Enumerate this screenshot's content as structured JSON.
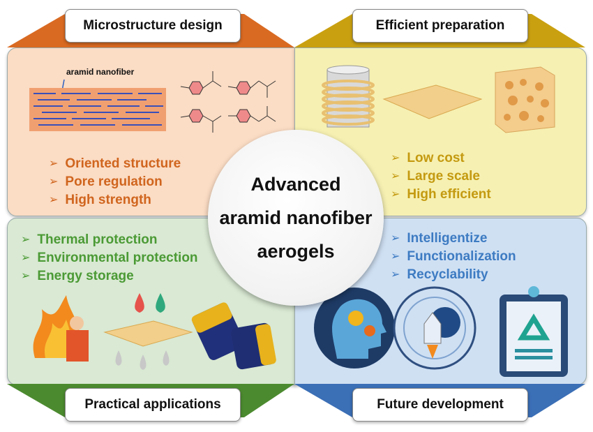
{
  "center": {
    "line1": "Advanced",
    "line2": "aramid nanofiber",
    "line3": "aerogels"
  },
  "sections": {
    "microstructure": {
      "title": "Microstructure design",
      "fiber_label": "aramid nanofiber",
      "items": [
        "Oriented structure",
        "Pore regulation",
        "High strength"
      ]
    },
    "preparation": {
      "title": "Efficient preparation",
      "items": [
        "Low cost",
        "Large scale",
        "High efficient"
      ]
    },
    "applications": {
      "title": "Practical applications",
      "items": [
        "Thermal protection",
        "Environmental protection",
        "Energy storage"
      ]
    },
    "future": {
      "title": "Future development",
      "items": [
        "Intelligentize",
        "Functionalization",
        "Recyclability"
      ]
    }
  },
  "bullet_symbol": "➢",
  "colors": {
    "microstructure": "#d0651e",
    "preparation": "#c49a10",
    "applications": "#4b9a35",
    "future": "#3d7bc2"
  }
}
